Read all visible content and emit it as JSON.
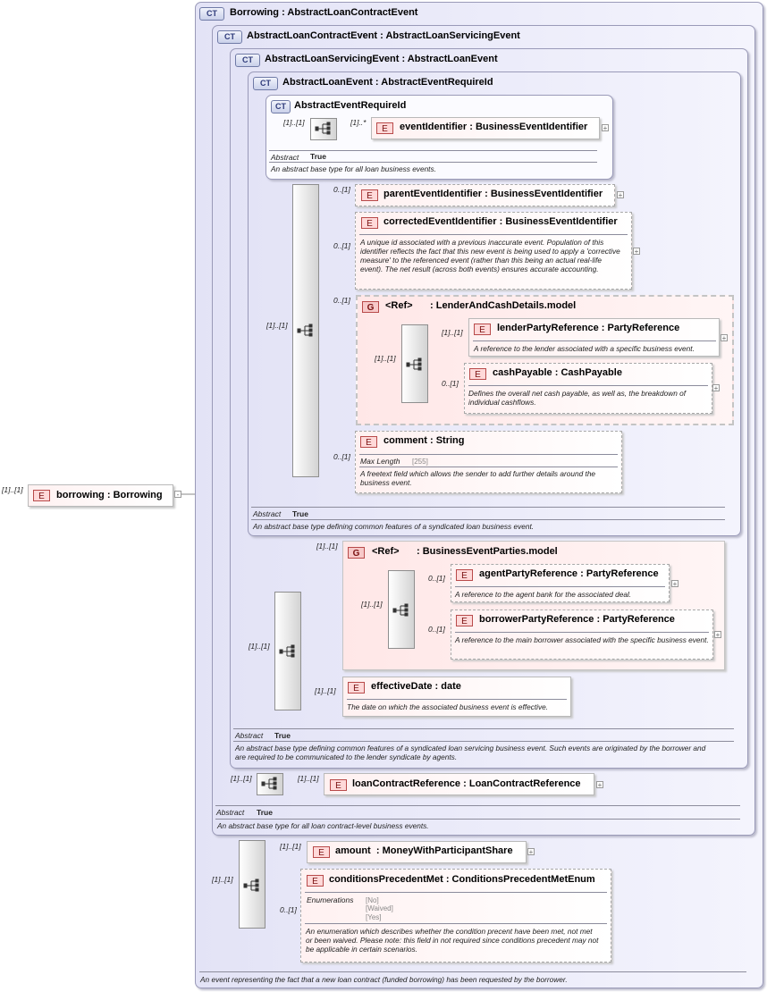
{
  "root": {
    "card": "[1]..[1]",
    "label": "borrowing",
    "type": "Borrowing"
  },
  "ct_borrowing": {
    "badge": "CT",
    "name": "Borrowing",
    "base": "AbstractLoanContractEvent",
    "doc": "An event representing the fact that a new loan contract (funded borrowing) has been requested by the borrower."
  },
  "ct_contract": {
    "badge": "CT",
    "name": "AbstractLoanContractEvent",
    "base": "AbstractLoanServicingEvent",
    "abstract_k": "Abstract",
    "abstract_v": "True",
    "doc": "An abstract base type for all loan contract-level business events."
  },
  "ct_servicing": {
    "badge": "CT",
    "name": "AbstractLoanServicingEvent",
    "base": "AbstractLoanEvent",
    "abstract_k": "Abstract",
    "abstract_v": "True",
    "doc": "An abstract base type defining common features of a syndicated loan servicing business event. Such events are originated by the borrower and are required to be communicated to the lender syndicate by agents."
  },
  "ct_loanevent": {
    "badge": "CT",
    "name": "AbstractLoanEvent",
    "base": "AbstractEventRequireId",
    "abstract_k": "Abstract",
    "abstract_v": "True",
    "doc": "An abstract base type defining common features of a syndicated loan business event."
  },
  "ct_reqid": {
    "badge": "CT",
    "name": "AbstractEventRequireId",
    "abstract_k": "Abstract",
    "abstract_v": "True",
    "doc": "An abstract base type for all loan business events.",
    "seq_card": "[1]..[1]",
    "event_identifier": {
      "card": "[1]..*",
      "name": "eventIdentifier",
      "type": "BusinessEventIdentifier"
    }
  },
  "loanevent_seq": {
    "card": "[1]..[1]",
    "parent": {
      "card": "0..[1]",
      "name": "parentEventIdentifier",
      "type": "BusinessEventIdentifier"
    },
    "corrected": {
      "card": "0..[1]",
      "name": "correctedEventIdentifier",
      "type": "BusinessEventIdentifier",
      "doc": "A unique id associated with a previous inaccurate event. Population of this identifier reflects the fact that this new event is being used to apply a 'corrective measure' to the referenced event (rather than this being an actual real-life event). The net result (across both events) ensures accurate accounting."
    },
    "group": {
      "card": "0..[1]",
      "ref": "<Ref>",
      "name": "LenderAndCashDetails.model",
      "seq_card": "[1]..[1]",
      "lender": {
        "card": "[1]..[1]",
        "name": "lenderPartyReference",
        "type": "PartyReference",
        "doc": "A reference to the lender associated with a specific business event."
      },
      "cash": {
        "card": "0..[1]",
        "name": "cashPayable",
        "type": "CashPayable",
        "doc": "Defines the overall net cash payable, as well as, the breakdown of individual cashflows."
      }
    },
    "comment": {
      "card": "0..[1]",
      "name": "comment",
      "type": "String",
      "maxlen_k": "Max Length",
      "maxlen_v": "[255]",
      "doc": "A freetext field which allows the sender to add further details around the business event."
    }
  },
  "servicing_seq": {
    "card": "[1]..[1]",
    "group": {
      "card": "[1]..[1]",
      "ref": "<Ref>",
      "name": "BusinessEventParties.model",
      "seq_card": "[1]..[1]",
      "agent": {
        "card": "0..[1]",
        "name": "agentPartyReference",
        "type": "PartyReference",
        "doc": "A reference to the agent bank for the associated deal."
      },
      "borrower": {
        "card": "0..[1]",
        "name": "borrowerPartyReference",
        "type": "PartyReference",
        "doc": "A reference to the main borrower associated with the specific business event."
      }
    },
    "effective": {
      "card": "[1]..[1]",
      "name": "effectiveDate",
      "type": "date",
      "doc": "The date on which the associated business event is effective."
    }
  },
  "contract_seq": {
    "card": "[1]..[1]",
    "loan_ref": {
      "card": "[1]..[1]",
      "name": "loanContractReference",
      "type": "LoanContractReference"
    }
  },
  "borrowing_seq": {
    "card": "[1]..[1]",
    "amount": {
      "card": "[1]..[1]",
      "name": "amount",
      "type": "MoneyWithParticipantShare"
    },
    "conditions": {
      "card": "0..[1]",
      "name": "conditionsPrecedentMet",
      "type": "ConditionsPrecedentMetEnum",
      "enum_k": "Enumerations",
      "enum_vals": [
        "[No]",
        "[Waived]",
        "[Yes]"
      ],
      "doc": "An enumeration which describes whether the condition precent have been met, not met or been waived. Please note: this field in not required since conditions precedent may not be applicable in certain scenarios."
    }
  },
  "glyphs": {
    "e": "E",
    "g": "G",
    "sep": ":",
    "plus": "+",
    "minus": "-"
  }
}
